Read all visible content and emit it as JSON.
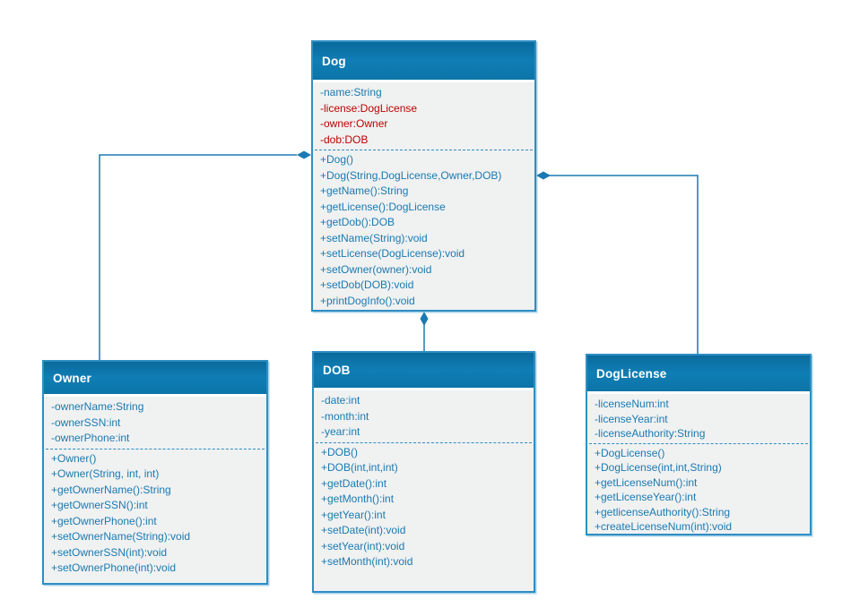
{
  "diagram": {
    "type": "uml-class-diagram",
    "colors": {
      "header_blue_top": "#0a6a9c",
      "header_blue_mid": "#0f7eb5",
      "box_border": "#2e8ec3",
      "body_background": "#f0f1f1",
      "member_text_blue": "#1a7ab1",
      "member_text_red": "#c00000",
      "title_text": "#ffffff",
      "connector": "#1a7ab1"
    }
  },
  "classes": [
    {
      "name": "Dog",
      "attributes": [
        {
          "text": "-name:String",
          "color": "blue"
        },
        {
          "text": "-license:DogLicense",
          "color": "red"
        },
        {
          "text": "-owner:Owner",
          "color": "red"
        },
        {
          "text": "-dob:DOB",
          "color": "red"
        }
      ],
      "methods": [
        "+Dog()",
        "+Dog(String,DogLicense,Owner,DOB)",
        "+getName():String",
        "+getLicense():DogLicense",
        "+getDob():DOB",
        "+setName(String):void",
        "+setLicense(DogLicense):void",
        "+setOwner(owner):void",
        "+setDob(DOB):void",
        "+printDogInfo():void"
      ]
    },
    {
      "name": "Owner",
      "attributes": [
        {
          "text": "-ownerName:String",
          "color": "blue"
        },
        {
          "text": "-ownerSSN:int",
          "color": "blue"
        },
        {
          "text": "-ownerPhone:int",
          "color": "blue"
        }
      ],
      "methods": [
        "+Owner()",
        "+Owner(String, int, int)",
        "+getOwnerName():String",
        "+getOwnerSSN():int",
        "+getOwnerPhone():int",
        "+setOwnerName(String):void",
        "+setOwnerSSN(int):void",
        "+setOwnerPhone(int):void"
      ]
    },
    {
      "name": "DOB",
      "attributes": [
        {
          "text": "-date:int",
          "color": "blue"
        },
        {
          "text": "-month:int",
          "color": "blue"
        },
        {
          "text": "-year:int",
          "color": "blue"
        }
      ],
      "methods": [
        "+DOB()",
        "+DOB(int,int,int)",
        "+getDate():int",
        "+getMonth():int",
        "+getYear():int",
        "+setDate(int):void",
        "+setYear(int):void",
        "+setMonth(int):void"
      ]
    },
    {
      "name": "DogLicense",
      "attributes": [
        {
          "text": "-licenseNum:int",
          "color": "blue"
        },
        {
          "text": "-licenseYear:int",
          "color": "blue"
        },
        {
          "text": "-licenseAuthority:String",
          "color": "blue"
        }
      ],
      "methods": [
        "+DogLicense()",
        "+DogLicense(int,int,String)",
        "+getLicenseNum():int",
        "+getLicenseYear():int",
        "+getlicenseAuthority():String",
        "+createLicenseNum(int):void"
      ]
    }
  ],
  "connectors": [
    {
      "from": "Owner",
      "to": "Dog",
      "end_style": "filled-diamond-at-Dog"
    },
    {
      "from": "DOB",
      "to": "Dog",
      "end_style": "filled-diamond-at-Dog"
    },
    {
      "from": "DogLicense",
      "to": "Dog",
      "end_style": "filled-diamond-at-Dog"
    }
  ]
}
